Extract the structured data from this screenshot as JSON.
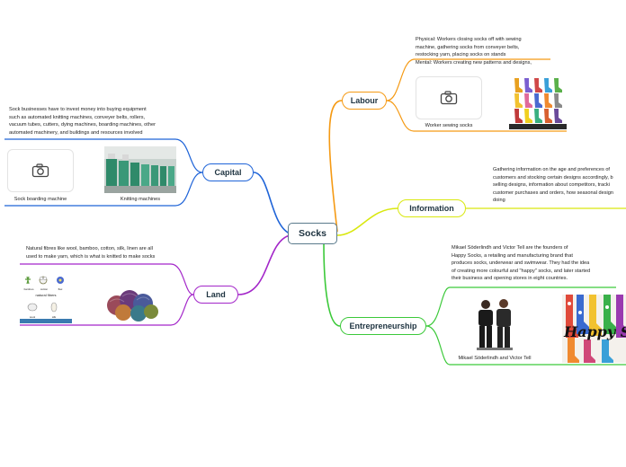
{
  "central": "Socks",
  "topics": {
    "labour": "Labour",
    "capital": "Capital",
    "information": "Information",
    "land": "Land",
    "entrepreneurship": "Entrepreneurship"
  },
  "notes": {
    "labour": [
      "Physical: Workers closing socks off with sewing",
      "machine, gathering socks from conveyer belts,",
      "restocking yarn, placing socks on stands",
      "Mental: Workers creating new patterns and designs,"
    ],
    "capital": [
      "Sock businesses have to invest money into buying equipment",
      "such as automated knitting machines,  conveyer belts, rollers,",
      "vacuum tubes, cutters, dying machines, boarding machines, other",
      "automated machinery, and buildings and resources involved"
    ],
    "information": [
      "Gathering information on the age and preferences of",
      "customers and stocking certain designs accordingly, b",
      "selling designs, information about competitors, tracki",
      "customer purchases and orders, how seasonal design",
      "doing"
    ],
    "land": [
      "Natural fibres like wool, bamboo, cotton, silk, linen are all",
      "used to make yarn, which is what is knitted to make socks"
    ],
    "entrepreneurship": [
      "Mikael Söderlindh and Victor Tell are the founders of",
      "Happy Socks, a retailing and manufacturing brand that",
      "produces socks, underwear and swimwear. They had the idea",
      "of creating more colourful and \"happy\" socks, and later started",
      "their business and opening stores in eight countries."
    ]
  },
  "captions": {
    "worker_sewing": "Worker sewing socks",
    "sock_boarding": "Sock boarding machine",
    "knitting": "Knitting machines",
    "founders": "Mikael Söderlindh and Victor Tell",
    "fibres_title": "natural fibers",
    "fibre_names": [
      "bamboo",
      "cotton",
      "flax",
      "wool",
      "silk"
    ],
    "happy_socks_logo": "Happy Socks"
  },
  "icons": [
    "camera-icon",
    "camera-icon"
  ],
  "colors": {
    "labour": "#f59a14",
    "capital": "#1f64d8",
    "information": "#d9e80f",
    "land": "#a326c9",
    "entrepreneurship": "#3cc93a",
    "central_border": "#5a7a8c"
  }
}
